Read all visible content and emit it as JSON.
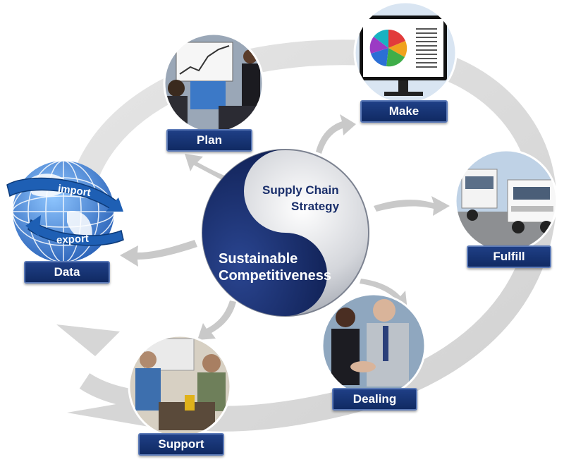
{
  "center": {
    "top_line1": "Supply Chain",
    "top_line2": "Strategy",
    "bottom_line1": "Sustainable",
    "bottom_line2": "Competitiveness"
  },
  "nodes": {
    "plan": "Plan",
    "make": "Make",
    "fulfill": "Fulfill",
    "dealing": "Dealing",
    "support": "Support",
    "data": "Data"
  },
  "globe": {
    "import": "import",
    "export": "export"
  },
  "colors": {
    "navy": "#1a2f6b",
    "label_bg": "#16337a",
    "ring_gray": "#dcdcdc"
  }
}
